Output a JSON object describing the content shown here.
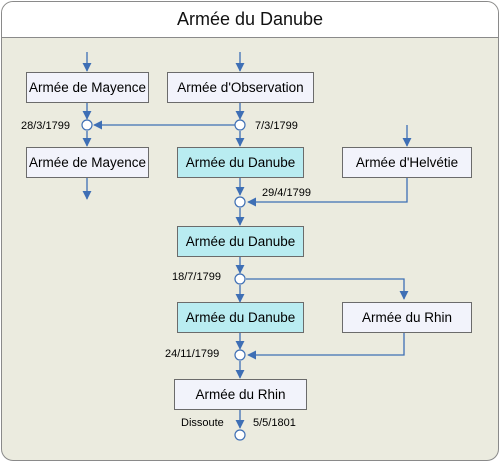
{
  "title": "Armée du Danube",
  "boxes": {
    "mayence_1": "Armée de Mayence",
    "observation": "Armée d'Observation",
    "mayence_2": "Armée de Mayence",
    "danube_1": "Armée du Danube",
    "helvetie": "Armée d'Helvétie",
    "danube_2": "Armée du Danube",
    "danube_3": "Armée du Danube",
    "rhin_right": "Armée du Rhin",
    "rhin_bottom": "Armée du Rhin"
  },
  "dates": {
    "d1": "28/3/1799",
    "d2": "7/3/1799",
    "d3": "29/4/1799",
    "d4": "18/7/1799",
    "d5": "24/11/1799",
    "d6": "5/5/1801"
  },
  "dissolved_label": "Dissoute",
  "colors": {
    "arrow": "#3e6fb5",
    "box_fill": "#f2f3fb",
    "highlight_fill": "#b9ecf1",
    "background": "#ebebdf"
  }
}
